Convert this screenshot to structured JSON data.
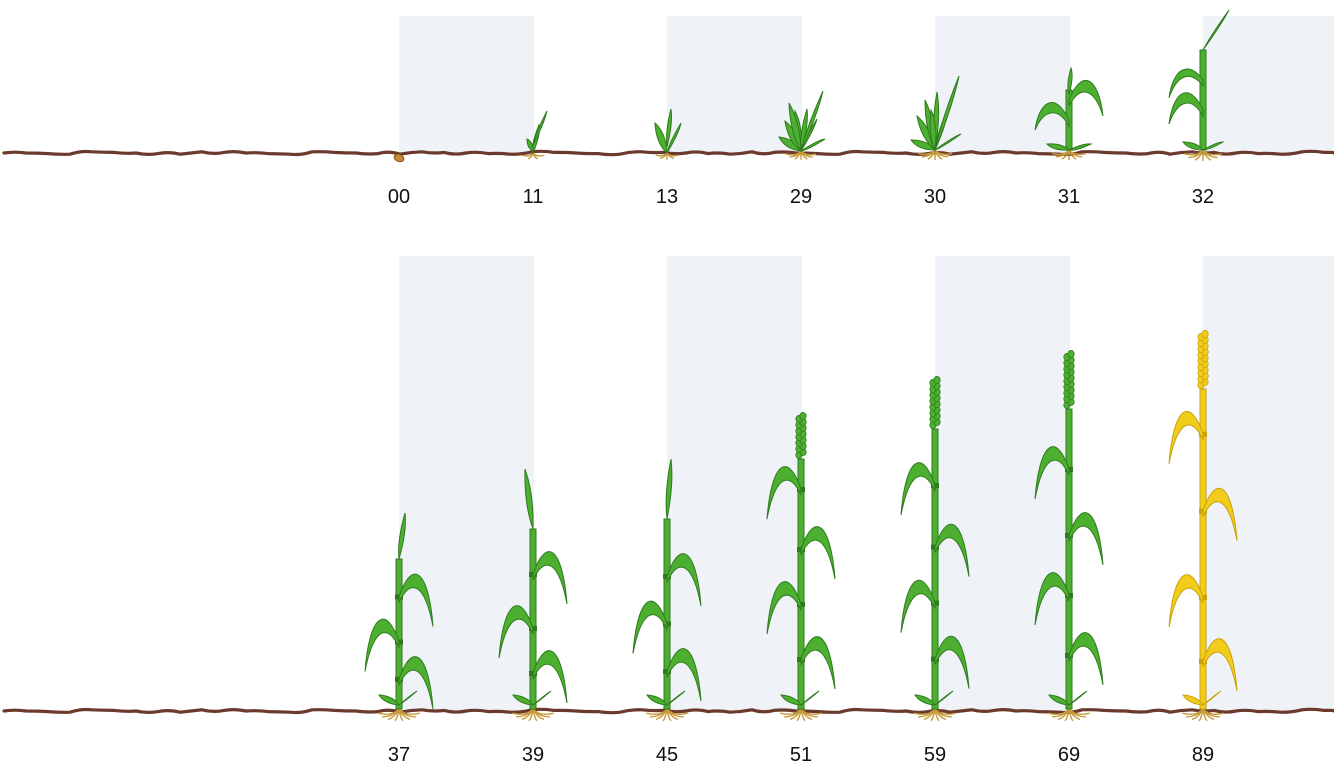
{
  "diagram": {
    "rows": [
      {
        "stages": [
          "00",
          "11",
          "13",
          "29",
          "30",
          "31",
          "32"
        ]
      },
      {
        "stages": [
          "37",
          "39",
          "45",
          "51",
          "59",
          "69",
          "89"
        ]
      }
    ]
  },
  "colors": {
    "background": "#ffffff",
    "band": "#eff3f7",
    "soil": "#6b3a2c",
    "leaf": "#4caf2f",
    "leaf_dark": "#2f7a1f",
    "ripe": "#f2cc1a",
    "ripe_dark": "#c9a20c",
    "root": "#c79a3a",
    "seed": "#c78a34"
  }
}
